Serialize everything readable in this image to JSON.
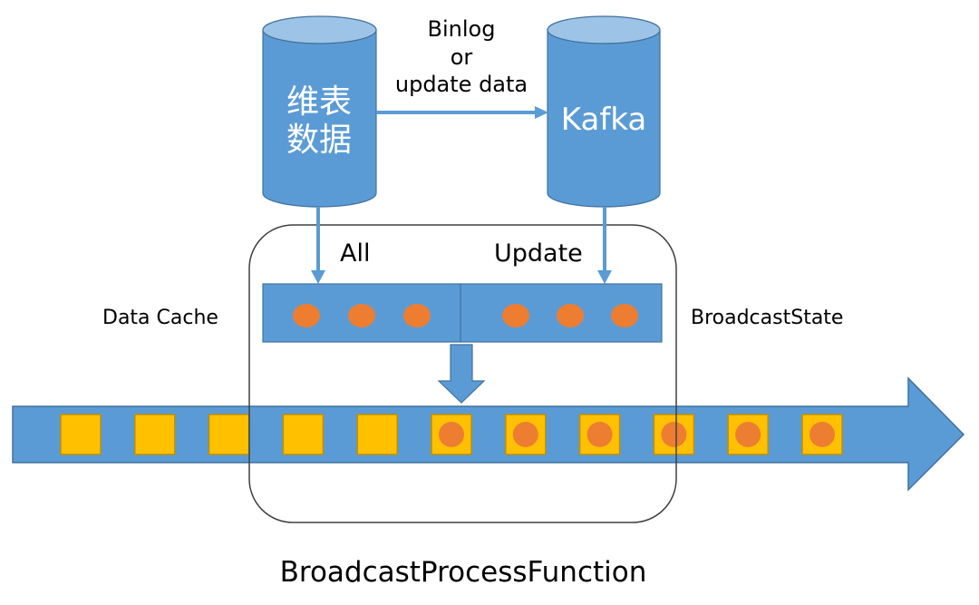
{
  "diagram": {
    "title": "BroadcastProcessFunction",
    "source_db": {
      "label_line1": "维表",
      "label_line2": "数据"
    },
    "kafka": {
      "label": "Kafka"
    },
    "transfer_label": {
      "line1": "Binlog",
      "line2": "or",
      "line3": "update data"
    },
    "path_labels": {
      "all": "All",
      "update": "Update"
    },
    "side_labels": {
      "left": "Data Cache",
      "right": "BroadcastState"
    },
    "cache": {
      "all_items": 3,
      "update_items": 3
    },
    "stream": {
      "elements": [
        {
          "type": "plain"
        },
        {
          "type": "plain"
        },
        {
          "type": "plain"
        },
        {
          "type": "plain"
        },
        {
          "type": "plain"
        },
        {
          "type": "enriched"
        },
        {
          "type": "enriched"
        },
        {
          "type": "enriched"
        },
        {
          "type": "enriched"
        },
        {
          "type": "enriched"
        },
        {
          "type": "enriched"
        }
      ]
    },
    "colors": {
      "blue": "#5b9bd5",
      "blue_stroke": "#41719c",
      "blue_top": "#9dc3e6",
      "orange": "#ed7d31",
      "yellow": "#ffc000",
      "yellow_stroke": "#bf9000",
      "frame": "#404040"
    }
  }
}
